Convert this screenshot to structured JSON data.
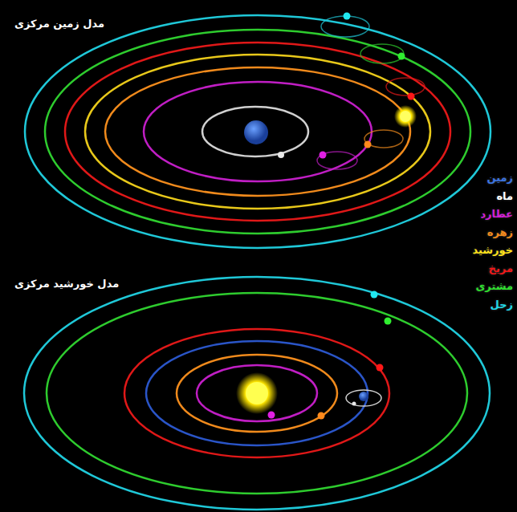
{
  "diagram": {
    "labels": [
      "مدل زمین مرکزی",
      "مدل خورشید مرکزی"
    ],
    "legend": [
      {
        "text": "زمین",
        "color": "#3a74e0"
      },
      {
        "text": "ماه",
        "color": "#ffffff"
      },
      {
        "text": "عطارد",
        "color": "#d21fd6"
      },
      {
        "text": "زهره",
        "color": "#f08a1c"
      },
      {
        "text": "خورشید",
        "color": "#ffe21a"
      },
      {
        "text": "مریخ",
        "color": "#f01818"
      },
      {
        "text": "مشتری",
        "color": "#2ee02e"
      },
      {
        "text": "زحل",
        "color": "#1fd8e8"
      }
    ]
  }
}
